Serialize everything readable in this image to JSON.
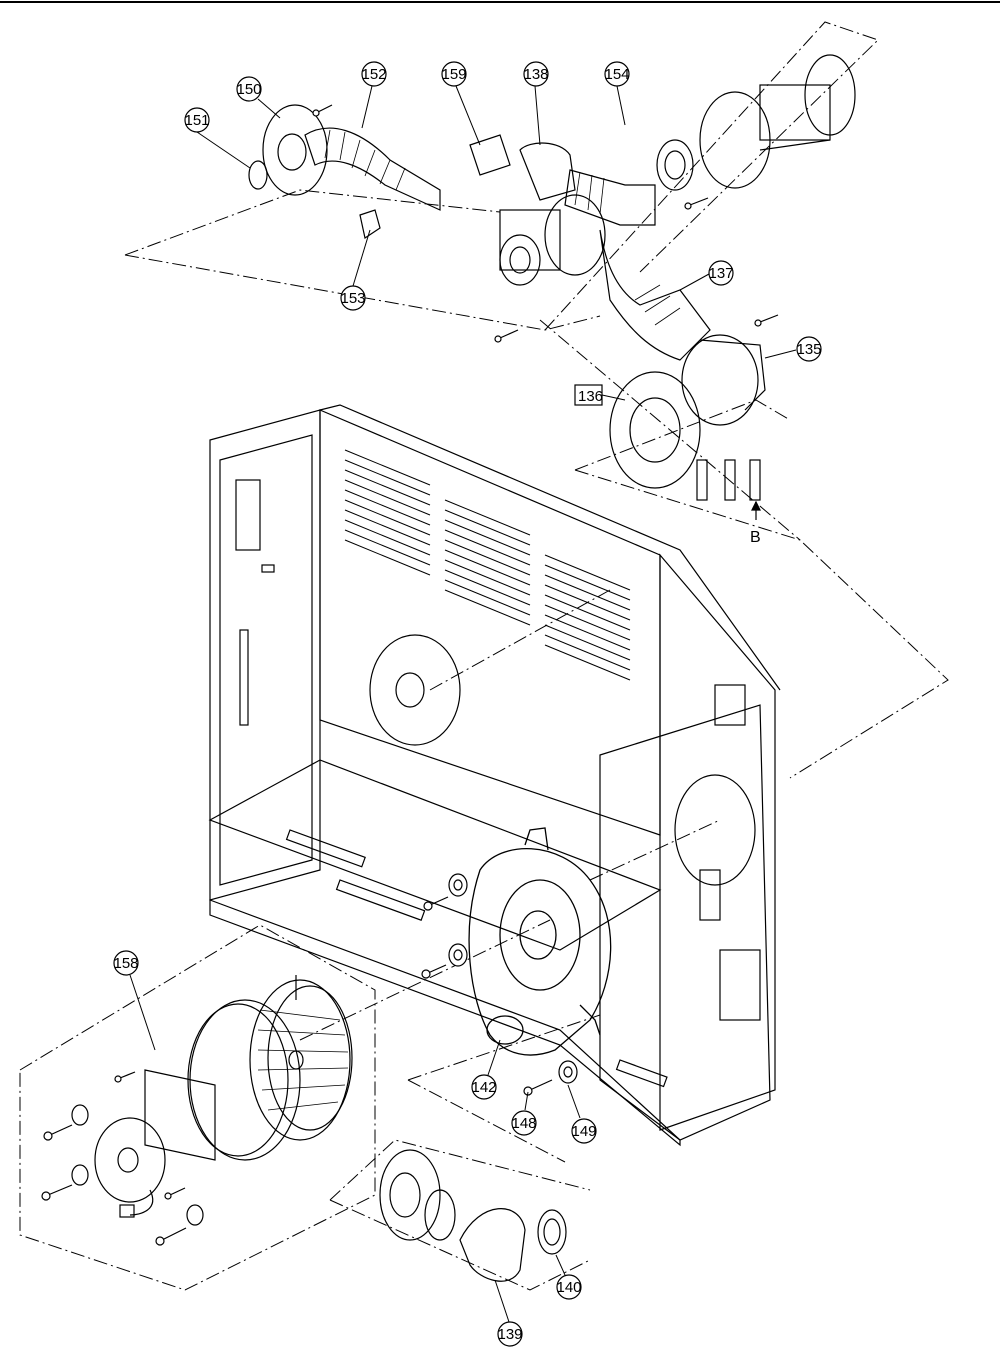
{
  "diagram": {
    "callouts": [
      {
        "id": "c150",
        "label": "150"
      },
      {
        "id": "c152",
        "label": "152"
      },
      {
        "id": "c159",
        "label": "159"
      },
      {
        "id": "c138",
        "label": "138"
      },
      {
        "id": "c154",
        "label": "154"
      },
      {
        "id": "c151",
        "label": "151"
      },
      {
        "id": "c153",
        "label": "153"
      },
      {
        "id": "c137",
        "label": "137"
      },
      {
        "id": "c135",
        "label": "135"
      },
      {
        "id": "c158",
        "label": "158"
      },
      {
        "id": "c142",
        "label": "142"
      },
      {
        "id": "c148",
        "label": "148"
      },
      {
        "id": "c149",
        "label": "149"
      },
      {
        "id": "c140",
        "label": "140"
      },
      {
        "id": "c139",
        "label": "139"
      }
    ],
    "boxed_label": "136",
    "arrow_label": "B"
  }
}
